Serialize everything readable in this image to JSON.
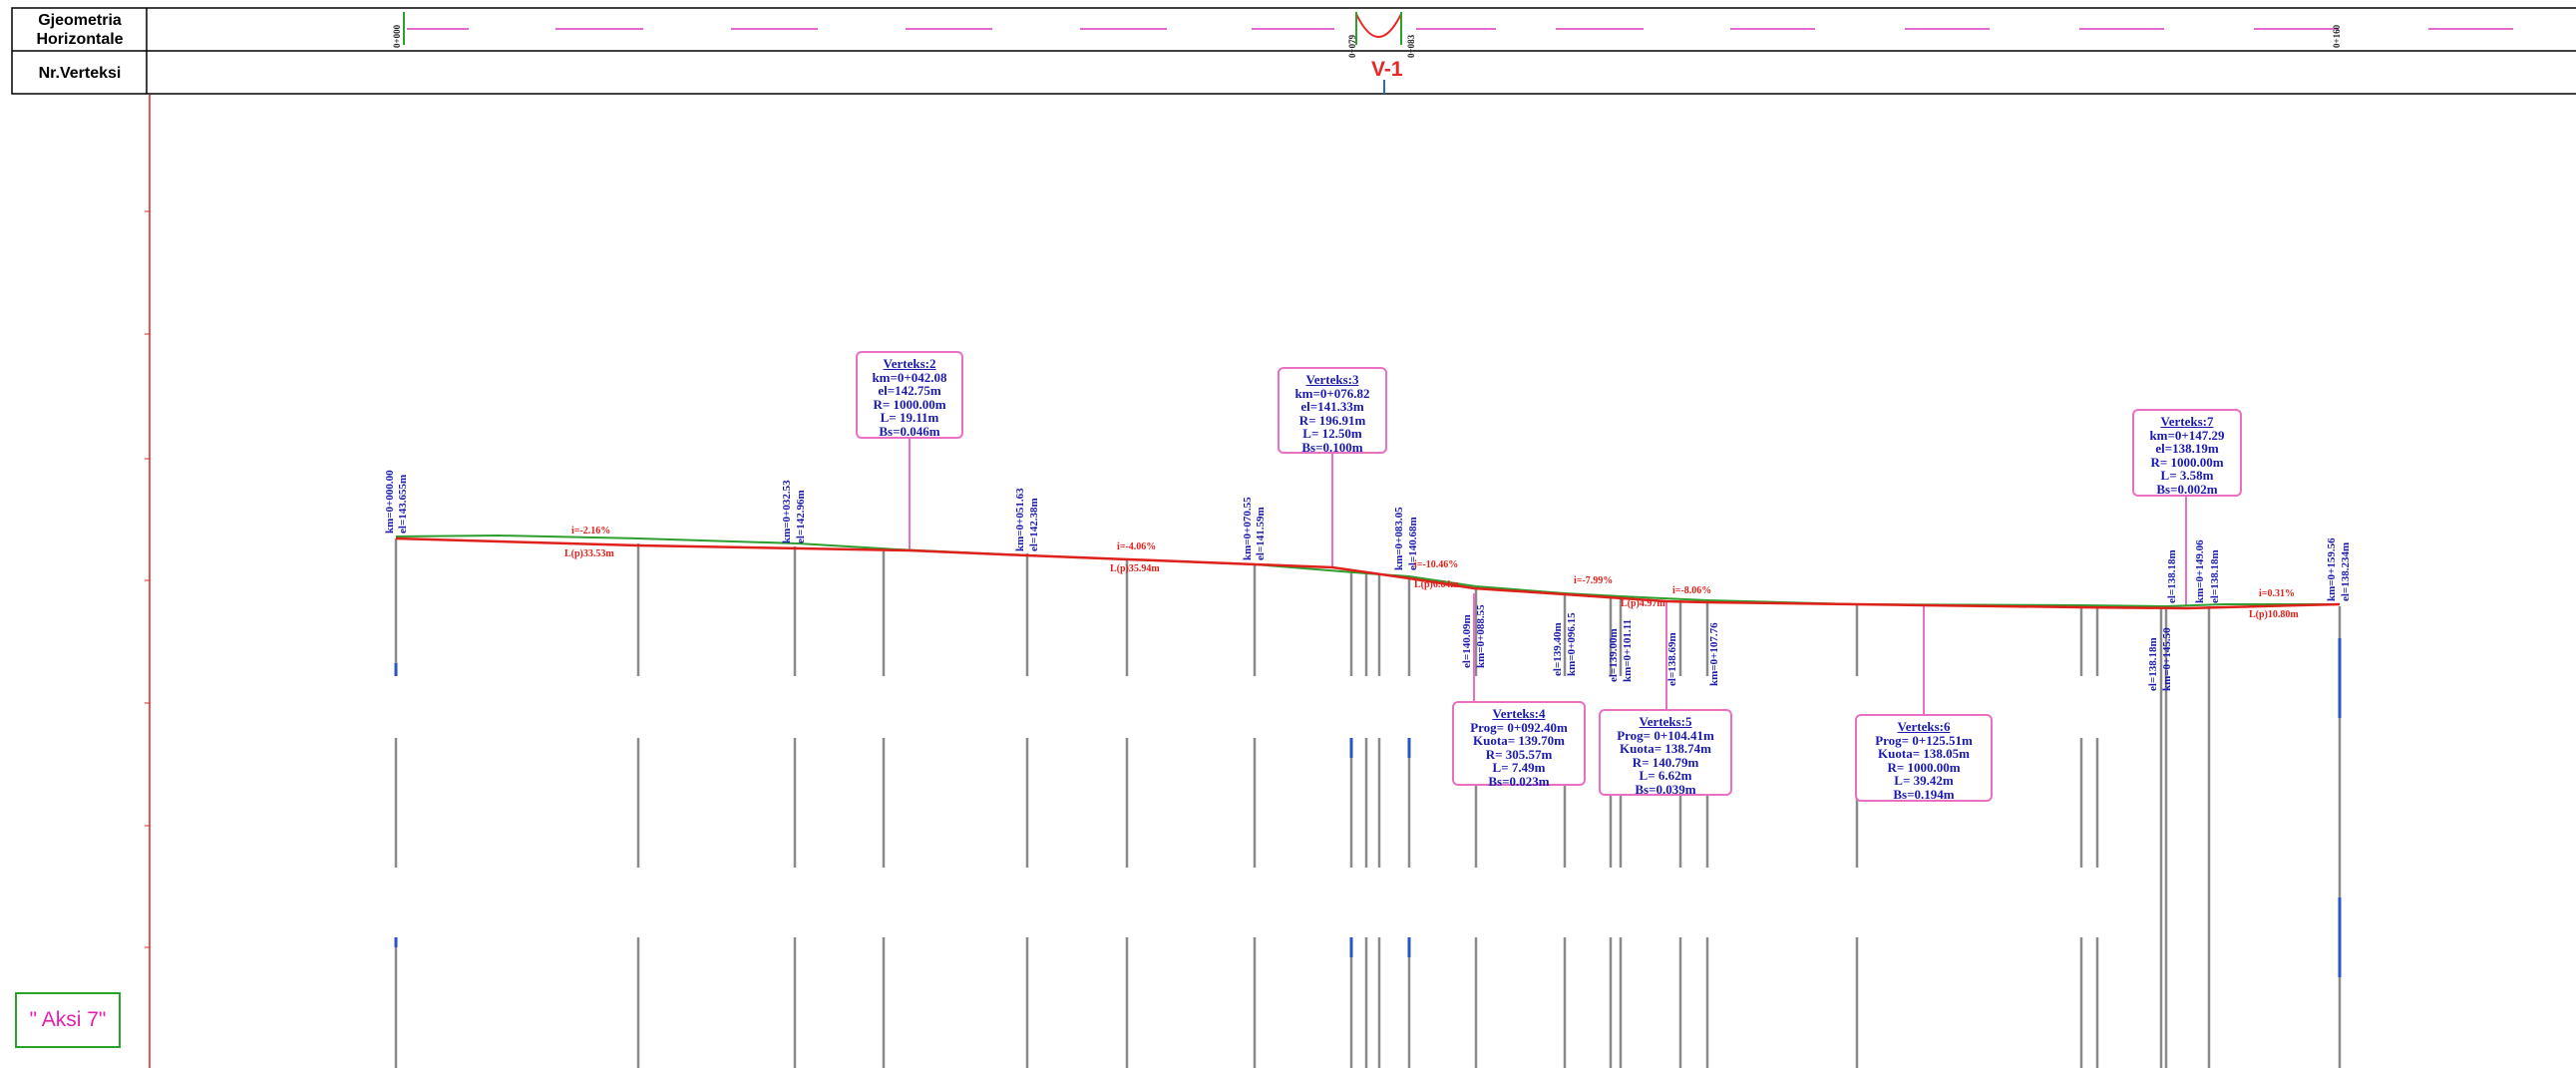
{
  "header": {
    "row1_label": "Gjeometria Horizontale",
    "row2_label": "Nr.Verteksi",
    "vertex_tag": "V-1",
    "stations": [
      "0+000",
      "0+079",
      "0+083",
      "0+160"
    ]
  },
  "profile_tag": "\" Aksi 7\"",
  "grade_labels": [
    {
      "grade": "i=-2.16%",
      "length": "L(p)33.53m"
    },
    {
      "grade": "i=-4.06%",
      "length": "L(p)35.94m"
    },
    {
      "grade": "i=-10.46%",
      "length": "L(p)6.64m"
    },
    {
      "grade": "i=-7.99%",
      "length": "L(p)4.97m"
    },
    {
      "grade": "i=-8.06%",
      "length": ""
    },
    {
      "grade": "i=0.31%",
      "length": "L(p)10.80m"
    }
  ],
  "station_labels": [
    {
      "km": "km=0+000.00",
      "el": "el=143.655m"
    },
    {
      "km": "km=0+032.53",
      "el": "el=142.96m"
    },
    {
      "km": "km=0+051.63",
      "el": "el=142.38m"
    },
    {
      "km": "km=0+070.55",
      "el": "el=141.59m"
    },
    {
      "km": "km=0+083.05",
      "el": "el=140.68m"
    },
    {
      "km": "km=0+088.55",
      "el": "el=140.09m"
    },
    {
      "km": "km=0+096.15",
      "el": "el=139.40m"
    },
    {
      "km": "km=0+101.11",
      "el": "el=139.00m"
    },
    {
      "km": "km=0+107.76",
      "el": "el=138.69m"
    },
    {
      "km": "km=0+145.50",
      "el": "el=138.18m"
    },
    {
      "km": "km=0+149.06",
      "el": "el=138.18m"
    },
    {
      "km": "km=0+159.56",
      "el": "el=138.234m"
    }
  ],
  "vertices": [
    {
      "title": "Verteks:2",
      "lines": [
        "km=0+042.08",
        "el=142.75m",
        "R= 1000.00m",
        "L= 19.11m",
        "Bs=0.046m"
      ]
    },
    {
      "title": "Verteks:3",
      "lines": [
        "km=0+076.82",
        "el=141.33m",
        "R= 196.91m",
        "L= 12.50m",
        "Bs=0.100m"
      ]
    },
    {
      "title": "Verteks:4",
      "lines": [
        "Prog= 0+092.40m",
        "Kuota= 139.70m",
        "R= 305.57m",
        "L= 7.49m",
        "Bs=0.023m"
      ]
    },
    {
      "title": "Verteks:5",
      "lines": [
        "Prog= 0+104.41m",
        "Kuota= 138.74m",
        "R= 140.79m",
        "L= 6.62m",
        "Bs=0.039m"
      ]
    },
    {
      "title": "Verteks:6",
      "lines": [
        "Prog= 0+125.51m",
        "Kuota= 138.05m",
        "R= 1000.00m",
        "L= 39.42m",
        "Bs=0.194m"
      ]
    },
    {
      "title": "Verteks:7",
      "lines": [
        "km=0+147.29",
        "el=138.19m",
        "R= 1000.00m",
        "L= 3.58m",
        "Bs=0.002m"
      ]
    }
  ],
  "colors": {
    "grade_line": "#e0201a",
    "ground_line": "#2e9e2e",
    "label_blue": "#1a1ab0",
    "box_border": "#ea6fc3",
    "axis": "#e0201a"
  }
}
